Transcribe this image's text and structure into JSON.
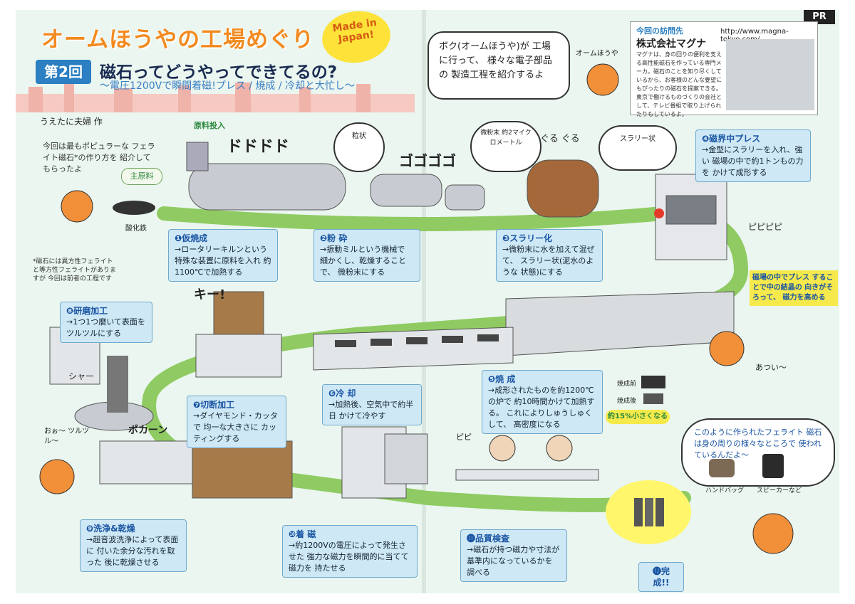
{
  "pr_label": "PR",
  "title": "オームほうやの工場めぐり",
  "made_in": "Made in Japan!",
  "episode_label": "第2回",
  "episode_title": "磁石ってどうやってできてるの?",
  "subtitle": "〜電圧1200Vで瞬間着磁!プレス / 焼成 / 冷却と大忙し〜",
  "author": "うえたに夫婦 作",
  "intro_note": "今回は最もポピュラーな フェライト磁石*の作り方を 紹介してもらったよ",
  "main_material_label": "主原料",
  "main_material_name": "酸化鉄",
  "footnote": "*磁石には異方性フェライトと等方性フェライトがありますが 今回は前者の工程です",
  "raw_material_input": "原料投入",
  "granule_label": "粒状",
  "powder_label": "微粉末 約2マイクロメートル",
  "slurry_shape_label": "スラリー状",
  "sfx": {
    "dododo": "ドドドド",
    "gogogo": "ゴゴゴゴ",
    "guru": "ぐる ぐる",
    "pipi": "ピピピピ",
    "pipi2": "ピピ",
    "kii": "キー!",
    "shaa": "シャー",
    "pokan": "ポカーン",
    "atsui": "あつい〜",
    "ooo": "おぉ〜 ツルツル〜"
  },
  "speech_main": "ボク(オームほうや)が 工場に行って、 様々な電子部品の 製造工程を紹介するよ",
  "mascot_name": "オームほうや",
  "visit": {
    "heading": "今回の訪問先",
    "company": "株式会社マグナ",
    "url": "http://www.magna-tokyo.com/",
    "desc": "マグナは、身の回りの便利を支える高性能磁石を作っている専門メーカ。磁石のことを知り尽くしているから、お客様のどんな要望にもぴったりの磁石を提案できる。東京で働けるものづくりの会社として、テレビ番組で取り上げられたりもしているよ。"
  },
  "steps": [
    {
      "title": "❶仮焼成",
      "text": "→ロータリーキルンという 特殊な装置に原料を入れ 約1100℃で加熱する"
    },
    {
      "title": "❷粉 砕",
      "text": "→振動ミルという機械で 細かくし、乾燥することで、 微粉末にする"
    },
    {
      "title": "❸スラリー化",
      "text": "→微粉末に水を加えて混ぜて、 スラリー状(泥水のような 状態)にする"
    },
    {
      "title": "❹磁界中プレス",
      "text": "→金型にスラリーを入れ、強い 磁場の中で約1トンもの力を かけて成形する"
    },
    {
      "title": "❺焼 成",
      "text": "→成形されたものを約1200℃の炉で 約10時間かけて加熱する。 これによりしゅうしゅくして、 高密度になる"
    },
    {
      "title": "❻冷 却",
      "text": "→加熱後、空気中で約半日 かけて冷やす"
    },
    {
      "title": "❼切断加工",
      "text": "→ダイヤモンド・カッタで 均一な大きさに カッティングする"
    },
    {
      "title": "❽研磨加工",
      "text": "→1つ1つ磨いて表面を ツルツルにする"
    },
    {
      "title": "❾洗浄&乾燥",
      "text": "→超音波洗浄によって表面に 付いた余分な汚れを取った 後に乾燥させる"
    },
    {
      "title": "❿着 磁",
      "text": "→約1200Vの電圧によって発生させた 強力な磁力を瞬間的に当てて磁力を 持たせる"
    },
    {
      "title": "⓫品質検査",
      "text": "→磁石が持つ磁力や寸法が 基準内になっているかを 調べる"
    },
    {
      "title": "⓬完成!!",
      "text": ""
    }
  ],
  "press_note": "磁場の中でプレス することで中の結晶の 向きがそろって、 磁力を高める",
  "before_label": "焼成前",
  "after_label": "焼成後",
  "shrink_label": "約15%小さくなる",
  "ending_speech": "このように作られたフェライト 磁石は身の周りの様々なところで 使われているんだよ〜",
  "handbag_label": "ハンドバッグ",
  "speaker_label": "スピーカーなど",
  "colors": {
    "accent_orange": "#f28a1f",
    "step_blue": "#cfe8f5",
    "belt_green": "#8fcb62",
    "title_navy": "#1a2b52"
  }
}
